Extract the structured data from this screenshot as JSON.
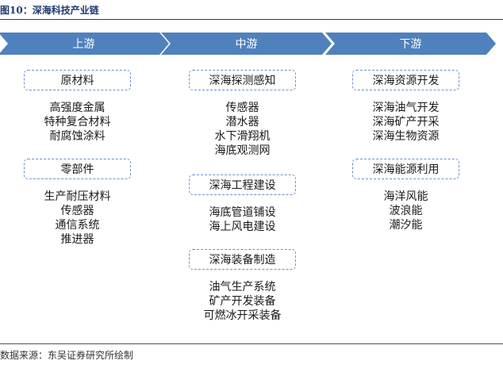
{
  "figure_title": "图10：深海科技产业链",
  "colors": {
    "arrow_fill": "#4f81bd",
    "dashed_border": "#6e8fc4",
    "title_color": "#1f3a6e"
  },
  "stages": [
    {
      "label": "上游",
      "groups": [
        {
          "name": "原材料",
          "items": [
            "高强度金属",
            "特种复合材料",
            "耐腐蚀涂料"
          ]
        },
        {
          "name": "零部件",
          "items": [
            "生产耐压材料",
            "传感器",
            "通信系统",
            "推进器"
          ]
        }
      ]
    },
    {
      "label": "中游",
      "groups": [
        {
          "name": "深海探测感知",
          "items": [
            "传感器",
            "潜水器",
            "水下滑翔机",
            "海底观测网"
          ]
        },
        {
          "name": "深海工程建设",
          "items": [
            "海底管道铺设",
            "海上风电建设"
          ]
        },
        {
          "name": "深海装备制造",
          "items": [
            "油气生产系统",
            "矿产开发装备",
            "可燃冰开采装备"
          ]
        }
      ]
    },
    {
      "label": "下游",
      "groups": [
        {
          "name": "深海资源开发",
          "items": [
            "深海油气开发",
            "深海矿产开采",
            "深海生物资源"
          ]
        },
        {
          "name": "深海能源利用",
          "items": [
            "海洋风能",
            "波浪能",
            "潮汐能"
          ]
        }
      ]
    }
  ],
  "source": "数据来源：东吴证券研究所绘制"
}
